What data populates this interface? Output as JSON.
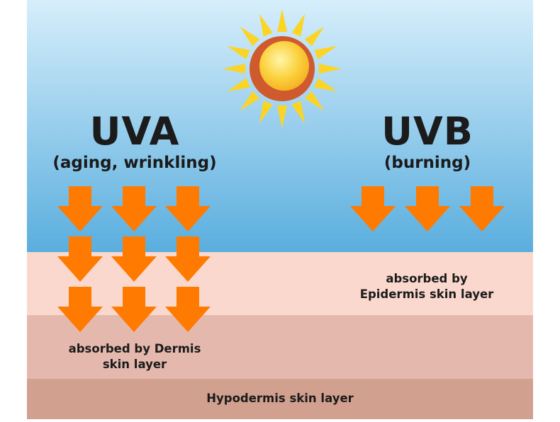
{
  "uva": {
    "title": "UVA",
    "subtitle": "(aging, wrinkling)",
    "absorbed_note": "absorbed by Dermis skin layer"
  },
  "uvb": {
    "title": "UVB",
    "subtitle": "(burning)",
    "absorbed_note": "absorbed by Epidermis skin layer"
  },
  "hypodermis": {
    "label": "Hypodermis skin layer"
  },
  "colors": {
    "sky_top": "#d6eefb",
    "sky_bottom": "#5aaede",
    "epidermis": "#fbd8ce",
    "dermis": "#e5b8ad",
    "hypodermis": "#d2a08f",
    "arrow": "#ff7a00",
    "sun_ray": "#fcd423",
    "sun_ring": "#cf5a2e",
    "sun_core": "#fbd03c"
  },
  "icons": {
    "sun": "sun-icon",
    "arrow": "down-arrow-icon"
  }
}
